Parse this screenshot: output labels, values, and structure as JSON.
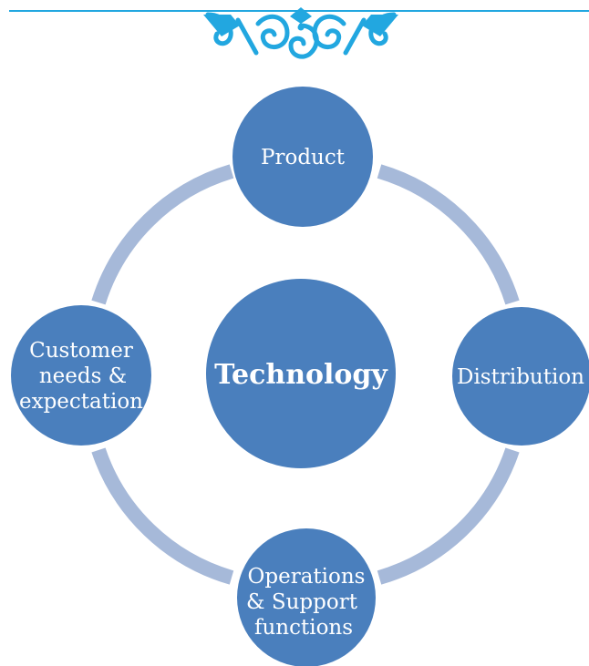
{
  "colors": {
    "rule": "#22a7e0",
    "ornament": "#22a7e0",
    "node_fill": "#4a7fbd",
    "ring": "#a6b9d9",
    "text": "#ffffff"
  },
  "diagram": {
    "center": {
      "label": "Technology",
      "icon": "none"
    },
    "nodes": {
      "top": {
        "lines": [
          "Product"
        ]
      },
      "right": {
        "lines": [
          "Distribution"
        ]
      },
      "bottom": {
        "lines": [
          "Operations",
          "& Support",
          "functions"
        ]
      },
      "left": {
        "lines": [
          "Customer",
          "needs &",
          "expectation"
        ]
      }
    }
  },
  "ornament": {
    "icon": "decorative-scroll-ornament-icon"
  }
}
